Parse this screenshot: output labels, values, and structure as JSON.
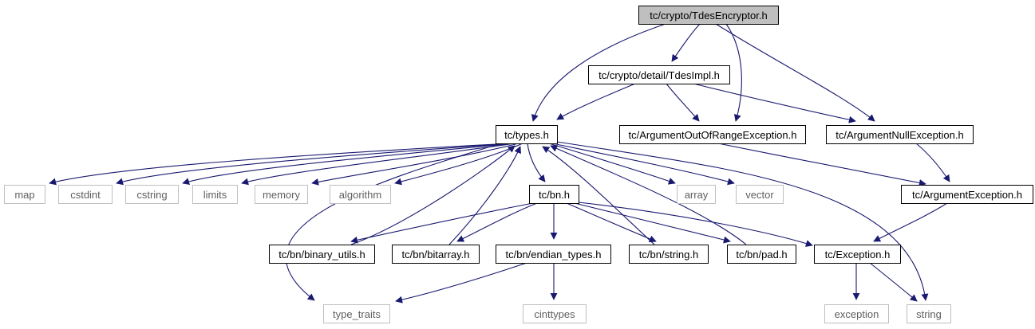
{
  "diagram": {
    "title": "tc/crypto/TdesEncryptor.h",
    "nodes": [
      {
        "id": "root",
        "label": "tc/crypto/TdesEncryptor.h",
        "kind": "root"
      },
      {
        "id": "tdesimpl",
        "label": "tc/crypto/detail/TdesImpl.h",
        "kind": "header"
      },
      {
        "id": "types",
        "label": "tc/types.h",
        "kind": "header"
      },
      {
        "id": "aoor",
        "label": "tc/ArgumentOutOfRangeException.h",
        "kind": "header"
      },
      {
        "id": "anull",
        "label": "tc/ArgumentNullException.h",
        "kind": "header"
      },
      {
        "id": "map",
        "label": "map",
        "kind": "system"
      },
      {
        "id": "cstdint",
        "label": "cstdint",
        "kind": "system"
      },
      {
        "id": "cstring",
        "label": "cstring",
        "kind": "system"
      },
      {
        "id": "limits",
        "label": "limits",
        "kind": "system"
      },
      {
        "id": "memory",
        "label": "memory",
        "kind": "system"
      },
      {
        "id": "algorithm",
        "label": "algorithm",
        "kind": "system"
      },
      {
        "id": "bn",
        "label": "tc/bn.h",
        "kind": "header"
      },
      {
        "id": "array",
        "label": "array",
        "kind": "system"
      },
      {
        "id": "vector",
        "label": "vector",
        "kind": "system"
      },
      {
        "id": "argexc",
        "label": "tc/ArgumentException.h",
        "kind": "header"
      },
      {
        "id": "binutils",
        "label": "tc/bn/binary_utils.h",
        "kind": "header"
      },
      {
        "id": "bitarray",
        "label": "tc/bn/bitarray.h",
        "kind": "header"
      },
      {
        "id": "endian",
        "label": "tc/bn/endian_types.h",
        "kind": "header"
      },
      {
        "id": "bnstring",
        "label": "tc/bn/string.h",
        "kind": "header"
      },
      {
        "id": "pad",
        "label": "tc/bn/pad.h",
        "kind": "header"
      },
      {
        "id": "exception_h",
        "label": "tc/Exception.h",
        "kind": "header"
      },
      {
        "id": "type_traits",
        "label": "type_traits",
        "kind": "system"
      },
      {
        "id": "cinttypes",
        "label": "cinttypes",
        "kind": "system"
      },
      {
        "id": "exception",
        "label": "exception",
        "kind": "system"
      },
      {
        "id": "string",
        "label": "string",
        "kind": "system"
      }
    ],
    "edges": [
      {
        "from": "root",
        "to": "tdesimpl"
      },
      {
        "from": "root",
        "to": "types"
      },
      {
        "from": "root",
        "to": "aoor"
      },
      {
        "from": "root",
        "to": "anull"
      },
      {
        "from": "tdesimpl",
        "to": "types"
      },
      {
        "from": "tdesimpl",
        "to": "aoor"
      },
      {
        "from": "tdesimpl",
        "to": "anull"
      },
      {
        "from": "types",
        "to": "map"
      },
      {
        "from": "types",
        "to": "cstdint"
      },
      {
        "from": "types",
        "to": "cstring"
      },
      {
        "from": "types",
        "to": "limits"
      },
      {
        "from": "types",
        "to": "memory"
      },
      {
        "from": "types",
        "to": "algorithm"
      },
      {
        "from": "types",
        "to": "type_traits"
      },
      {
        "from": "types",
        "to": "bn"
      },
      {
        "from": "types",
        "to": "array"
      },
      {
        "from": "types",
        "to": "vector"
      },
      {
        "from": "types",
        "to": "string"
      },
      {
        "from": "bn",
        "to": "binutils"
      },
      {
        "from": "bn",
        "to": "bitarray"
      },
      {
        "from": "bn",
        "to": "endian"
      },
      {
        "from": "bn",
        "to": "bnstring"
      },
      {
        "from": "bn",
        "to": "pad"
      },
      {
        "from": "bn",
        "to": "exception_h"
      },
      {
        "from": "binutils",
        "to": "types"
      },
      {
        "from": "bitarray",
        "to": "types"
      },
      {
        "from": "bnstring",
        "to": "types"
      },
      {
        "from": "pad",
        "to": "types"
      },
      {
        "from": "endian",
        "to": "type_traits"
      },
      {
        "from": "endian",
        "to": "cinttypes"
      },
      {
        "from": "aoor",
        "to": "argexc"
      },
      {
        "from": "anull",
        "to": "argexc"
      },
      {
        "from": "argexc",
        "to": "exception_h"
      },
      {
        "from": "exception_h",
        "to": "exception"
      },
      {
        "from": "exception_h",
        "to": "string"
      }
    ],
    "colors": {
      "edge": "#191970",
      "header_border": "#000000",
      "system_border": "#bfbfbf",
      "system_text": "#5f5f5f",
      "root_fill": "#bfbfbf"
    }
  }
}
